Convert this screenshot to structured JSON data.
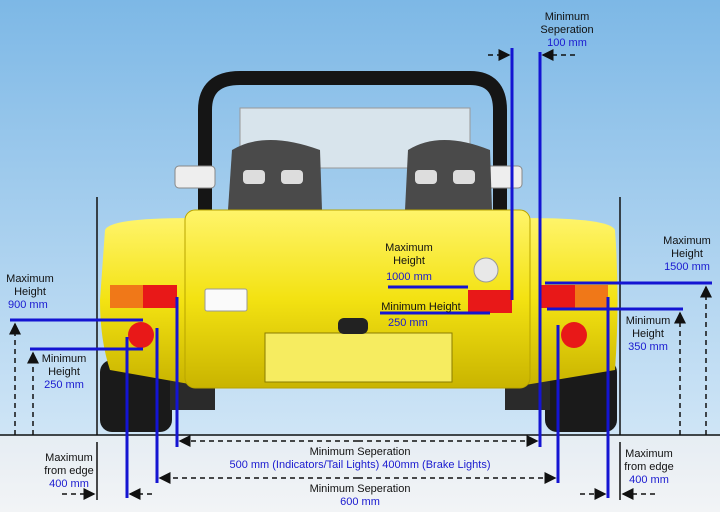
{
  "top_separation": {
    "line1": "Minimum",
    "line2": "Seperation",
    "value": "100 mm"
  },
  "left_max_height": {
    "line1": "Maximum",
    "line2": "Height",
    "value": "900 mm"
  },
  "left_min_height": {
    "line1": "Minimum",
    "line2": "Height",
    "value": "250 mm"
  },
  "center_max_height": {
    "line1": "Maximum",
    "line2": "Height",
    "value": "1000 mm"
  },
  "center_min_height": {
    "line1": "Minimum Height",
    "value": "250 mm"
  },
  "right_max_height": {
    "line1": "Maximum",
    "line2": "Height",
    "value": "1500 mm"
  },
  "right_min_height": {
    "line1": "Minimum",
    "line2": "Height",
    "value": "350 mm"
  },
  "left_from_edge": {
    "line1": "Maximum",
    "line2": "from edge",
    "value": "400 mm"
  },
  "right_from_edge": {
    "line1": "Maximum",
    "line2": "from edge",
    "value": "400 mm"
  },
  "bottom_separation_1": {
    "line1": "Minimum Seperation",
    "value": "500 mm (Indicators/Tail Lights) 400mm (Brake Lights)"
  },
  "bottom_separation_2": {
    "line1": "Minimum Seperation",
    "value": "600 mm"
  },
  "colors": {
    "guide": "#1414d2",
    "body": "#f2e21a",
    "lamp_red": "#e81818",
    "lamp_orange": "#f07818"
  }
}
